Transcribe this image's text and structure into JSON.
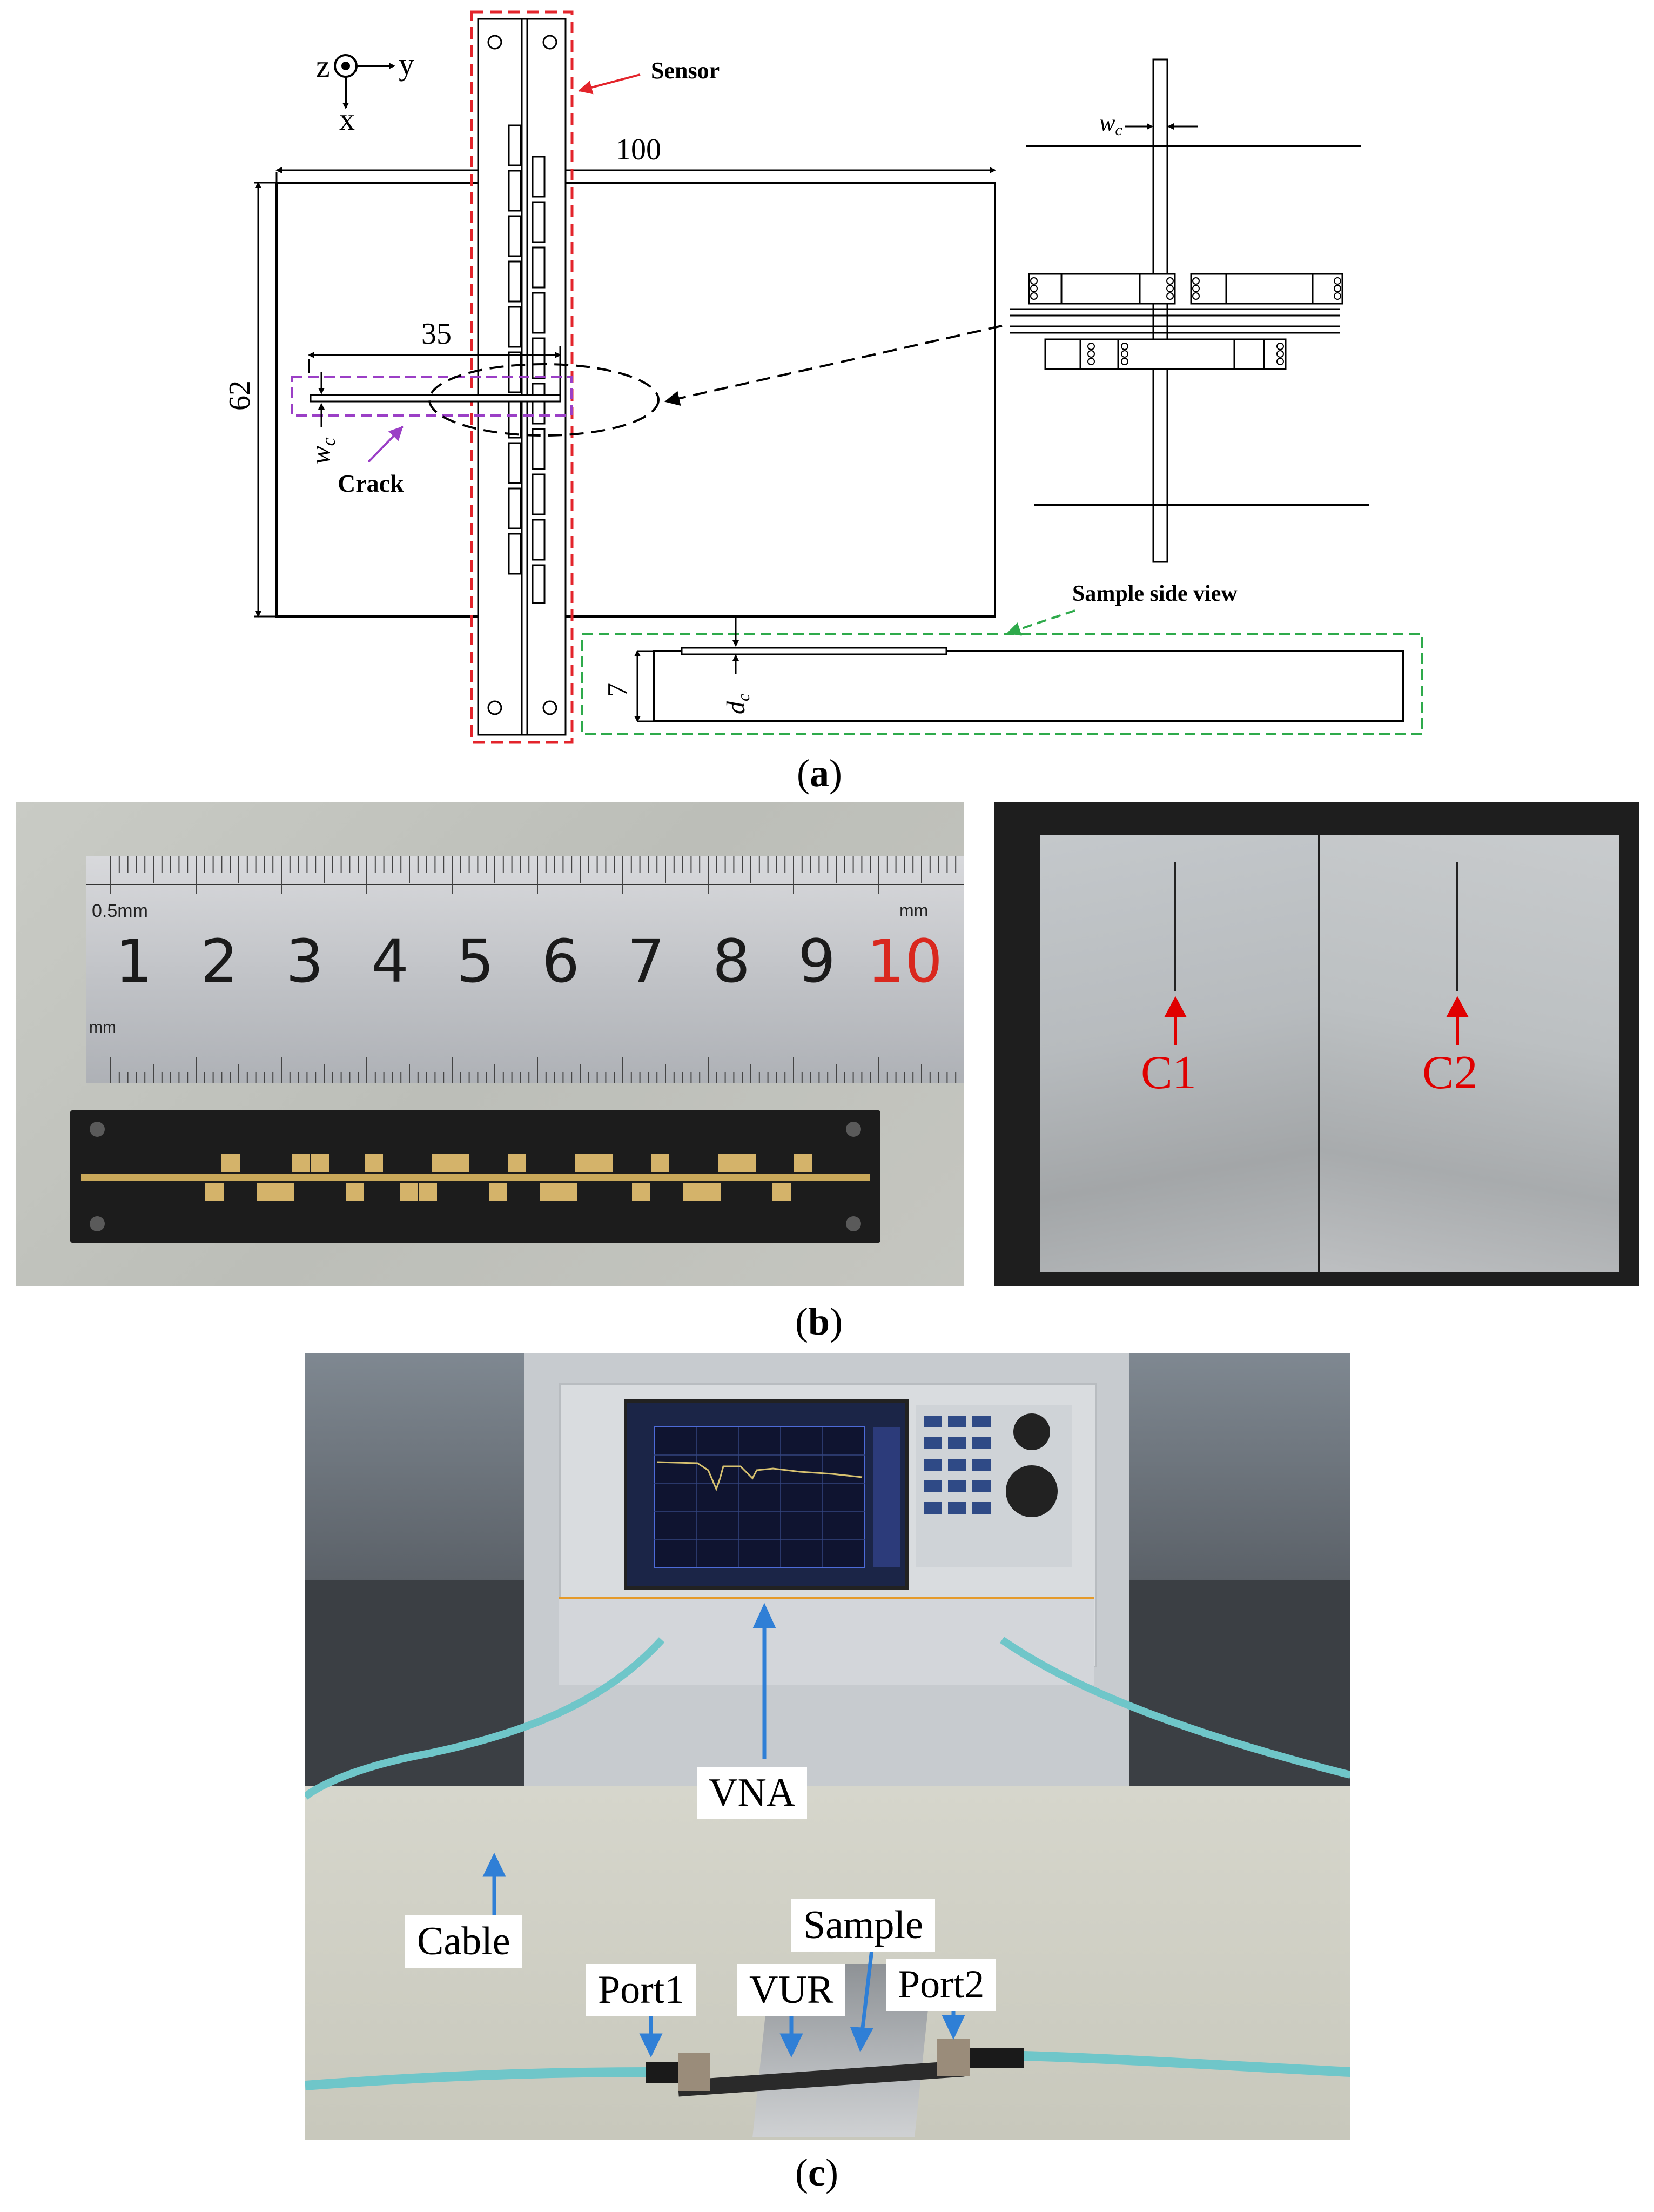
{
  "panel_a": {
    "axes": {
      "z": "z",
      "y": "y",
      "x": "x"
    },
    "sensor_label": "Sensor",
    "dim_width": "100",
    "dim_height": "62",
    "dim_crack_length": "35",
    "wc_label": "w",
    "wc_sub": "c",
    "crack_label": "Crack",
    "side_view_label": "Sample side view",
    "dim_thickness": "7",
    "dc_label": "d",
    "dc_sub": "c",
    "caption_letter": "a",
    "colors": {
      "sensor": "#e3242b",
      "crack": "#9b3fc6",
      "side_view": "#2eaa4b",
      "line": "#000000"
    }
  },
  "panel_b": {
    "ruler_numbers": [
      "1",
      "2",
      "3",
      "4",
      "5",
      "6",
      "7",
      "8",
      "9",
      "10",
      "1"
    ],
    "ruler_top_left": "0.5mm",
    "ruler_unit_right": "mm",
    "ruler_unit_left": "mm",
    "crack1_label": "C1",
    "crack2_label": "C2",
    "caption_letter": "b",
    "colors": {
      "label": "#e00000",
      "ruler_red": "#d9281e"
    }
  },
  "panel_c": {
    "labels": {
      "vna": "VNA",
      "cable": "Cable",
      "sample": "Sample",
      "port1": "Port1",
      "vur": "VUR",
      "port2": "Port2"
    },
    "caption_letter": "c",
    "colors": {
      "arrow": "#2f7fd6",
      "cable": "#6fc6c9"
    }
  }
}
